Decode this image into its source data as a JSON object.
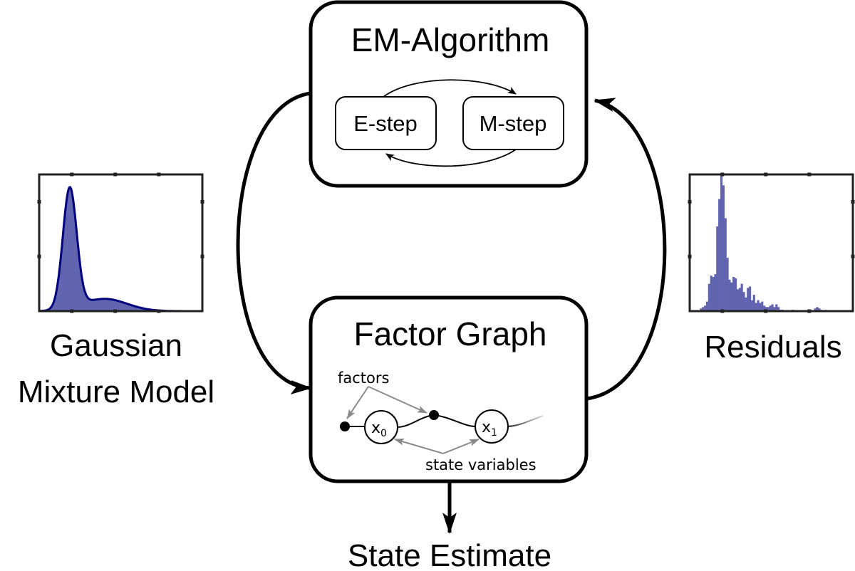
{
  "diagram": {
    "em_box": {
      "title": "EM-Algorithm",
      "e_step": "E-step",
      "m_step": "M-step"
    },
    "factor_graph_box": {
      "title": "Factor Graph",
      "factors_label": "factors",
      "state_variables_label": "state variables",
      "nodes": [
        {
          "var": "x",
          "sub": "0"
        },
        {
          "var": "x",
          "sub": "1"
        }
      ]
    },
    "gmm": {
      "label_line1": "Gaussian",
      "label_line2": "Mixture Model"
    },
    "residuals": {
      "label": "Residuals"
    },
    "output": {
      "label": "State Estimate"
    },
    "colors": {
      "fill": "#6264b0",
      "line": "#00007f",
      "frame": "#222222",
      "annotation_arrow": "#8a8a8a"
    }
  },
  "chart_data": [
    {
      "type": "area",
      "title": "Gaussian Mixture Model",
      "xlabel": "",
      "ylabel": "",
      "xlim": [
        0,
        4
      ],
      "ylim": [
        0,
        1
      ],
      "description": "Two-component mixture: narrow tall peak plus wide low component",
      "components": [
        {
          "mean": 0.75,
          "std": 0.17,
          "peak": 0.88
        },
        {
          "mean": 1.6,
          "std": 0.55,
          "peak": 0.09
        }
      ]
    },
    {
      "type": "bar",
      "title": "Residuals",
      "xlabel": "",
      "ylabel": "",
      "xlim": [
        0,
        4
      ],
      "ylim": [
        0,
        1
      ],
      "bin_width": 0.05,
      "bin_start": 0.25,
      "values": [
        0.02,
        0.03,
        0.04,
        0.07,
        0.2,
        0.26,
        0.25,
        0.27,
        0.62,
        0.82,
        1.0,
        0.92,
        0.68,
        0.39,
        0.23,
        0.21,
        0.25,
        0.24,
        0.16,
        0.17,
        0.2,
        0.14,
        0.1,
        0.17,
        0.18,
        0.08,
        0.12,
        0.06,
        0.08,
        0.06,
        0.07,
        0.04,
        0.03,
        0.03,
        0.04,
        0.05,
        0.03,
        0.05,
        0.03,
        0.01,
        0.01,
        0.0,
        0.0,
        0.0,
        0.0,
        0.01,
        0.0,
        0.0,
        0.0,
        0.0,
        0.0,
        0.0,
        0.0,
        0.0,
        0.0,
        0.0,
        0.02,
        0.03,
        0.02,
        0.01,
        0.0,
        0.01
      ]
    }
  ]
}
